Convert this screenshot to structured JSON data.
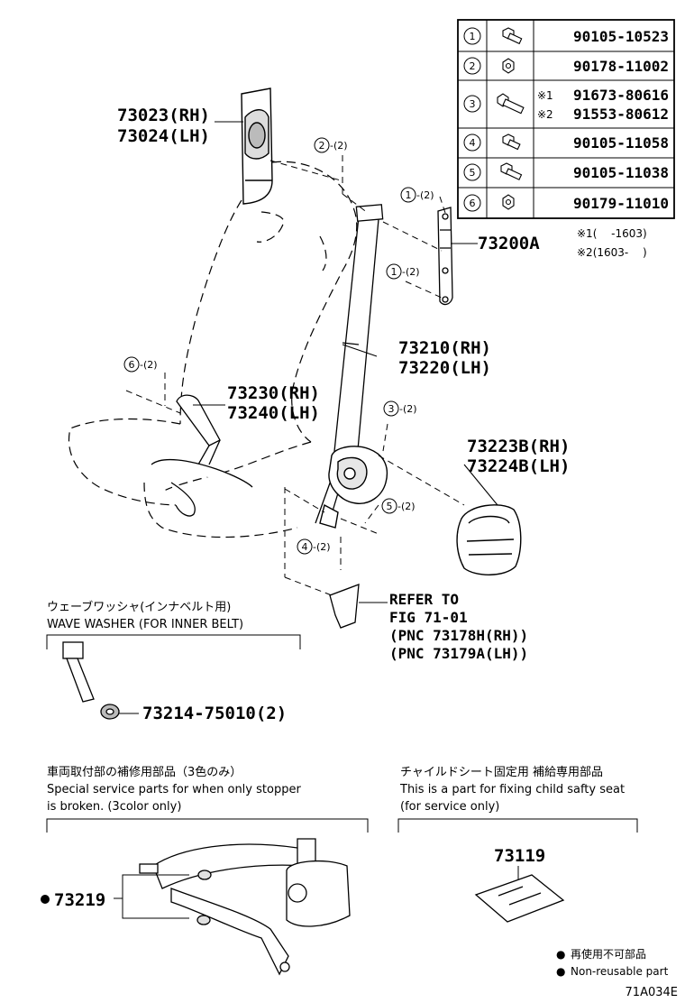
{
  "table": {
    "rows": [
      {
        "no": "1",
        "part": "90105-10523"
      },
      {
        "no": "2",
        "part": "90178-11002"
      },
      {
        "no": "3",
        "mark1": "※1",
        "part1": "91673-80616",
        "mark2": "※2",
        "part2": "91553-80612"
      },
      {
        "no": "4",
        "part": "90105-11058"
      },
      {
        "no": "5",
        "part": "90105-11038"
      },
      {
        "no": "6",
        "part": "90179-11010"
      }
    ],
    "note1": "※1(　 -1603)",
    "note2": "※2(1603- 　)"
  },
  "callouts": {
    "c_73023": "73023(RH)",
    "c_73024": "73024(LH)",
    "c_73200A": "73200A",
    "c_73210": "73210(RH)",
    "c_73220": "73220(LH)",
    "c_73230": "73230(RH)",
    "c_73240": "73240(LH)",
    "c_73223B": "73223B(RH)",
    "c_73224B": "73224B(LH)",
    "refer1": "REFER TO",
    "refer2": "FIG 71-01",
    "refer3": "(PNC 73178H(RH))",
    "refer4": "(PNC 73179A(LH))",
    "c_73214": "73214-75010(2)",
    "c_73219": "73219",
    "c_73119": "73119"
  },
  "bolt_refs": {
    "r2_top": "2",
    "q2_top": "-(2)",
    "r1_a": "1",
    "q1_a": "-(2)",
    "r1_b": "1",
    "q1_b": "-(2)",
    "r6": "6",
    "q6": "-(2)",
    "r3": "3",
    "q3": "-(2)",
    "r5": "5",
    "q5": "-(2)",
    "r4": "4",
    "q4": "-(2)"
  },
  "sections": {
    "wave_jp": "ウェーブワッシャ(インナベルト用)",
    "wave_en": "WAVE WASHER (FOR INNER BELT)",
    "special_jp": "車両取付部の補修用部品（3色のみ）",
    "special_en1": "Special service parts for when only stopper",
    "special_en2": "is broken. (3color only)",
    "child_jp": "チャイルドシート固定用 補給専用部品",
    "child_en1": "This is a part for fixing child safty seat",
    "child_en2": "(for service only)"
  },
  "legend": {
    "jp": "再使用不可部品",
    "en": "Non-reusable part",
    "bullet": "●"
  },
  "diagram_code": "71A034E"
}
